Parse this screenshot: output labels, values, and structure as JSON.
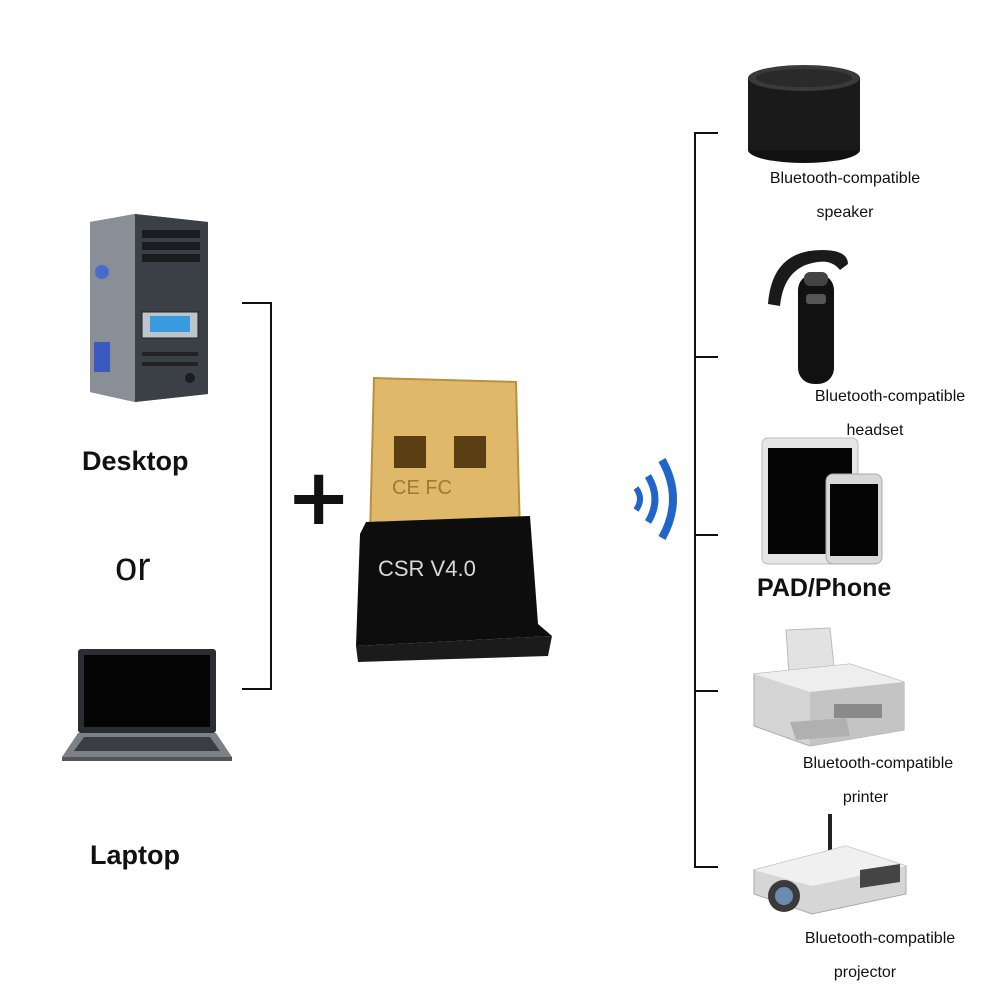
{
  "left": {
    "desktop_label": "Desktop",
    "or_label": "or",
    "laptop_label": "Laptop"
  },
  "center": {
    "plus_symbol": "+",
    "adapter_text": "CSR V4.0",
    "cert_marks": "CE FC",
    "colors": {
      "plug_gold": "#e0b86a",
      "body_black": "#0d0d0d"
    }
  },
  "signal": {
    "icon": "wifi-signal-icon",
    "color": "#1f66c8"
  },
  "right": {
    "devices": [
      {
        "label_line1": "Bluetooth-compatible",
        "label_line2": "speaker",
        "icon": "speaker-icon"
      },
      {
        "label_line1": "Bluetooth-compatible",
        "label_line2": "headset",
        "icon": "headset-icon"
      },
      {
        "label_line1": "PAD/Phone",
        "label_line2": "",
        "icon": "tablet-phone-icon"
      },
      {
        "label_line1": "Bluetooth-compatible",
        "label_line2": "printer",
        "icon": "printer-icon"
      },
      {
        "label_line1": "Bluetooth-compatible",
        "label_line2": "projector",
        "icon": "projector-icon"
      }
    ]
  }
}
